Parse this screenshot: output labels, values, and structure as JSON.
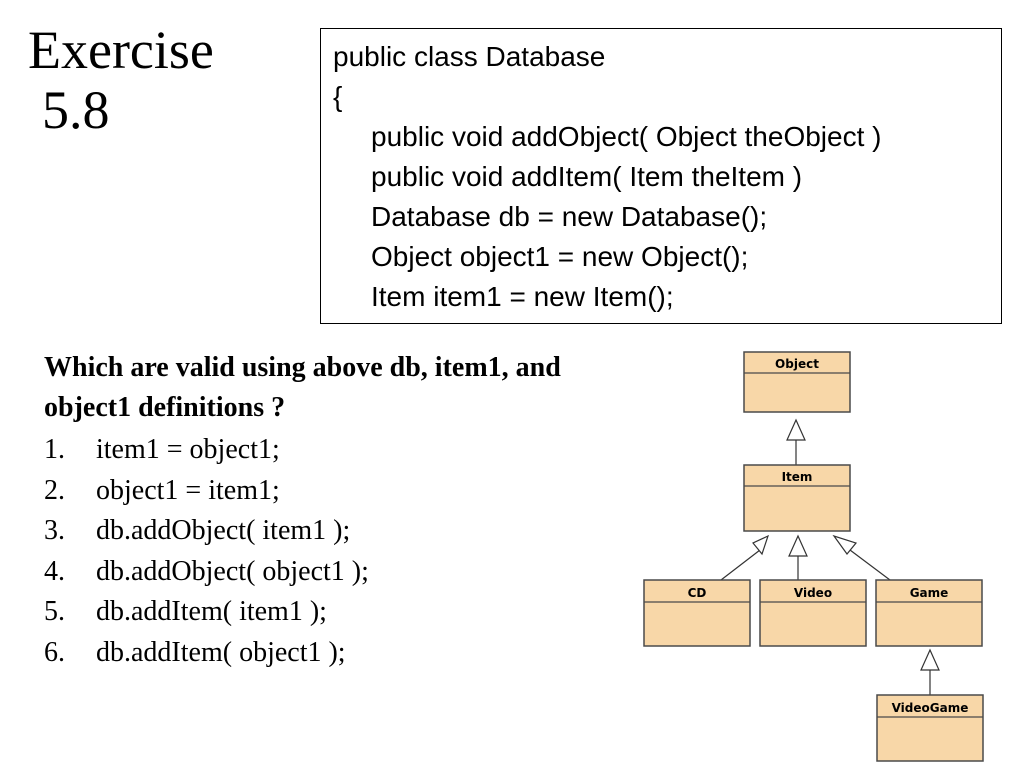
{
  "title": {
    "line1": "Exercise",
    "line2": "5.8"
  },
  "code": [
    "public class Database",
    "{",
    "public void addObject( Object theObject )",
    "public void addItem( Item theItem )",
    "Database db = new Database();",
    "Object object1 = new Object();",
    "Item item1 = new Item();"
  ],
  "question": "Which are valid using above db, item1, and object1 definitions ?",
  "options": [
    {
      "num": "1.",
      "text": "item1 = object1;"
    },
    {
      "num": "2.",
      "text": "object1 = item1;"
    },
    {
      "num": "3.",
      "text": "db.addObject( item1 );"
    },
    {
      "num": "4.",
      "text": "db.addObject( object1 );"
    },
    {
      "num": "5.",
      "text": "db.addItem( item1 );"
    },
    {
      "num": "6.",
      "text": "db.addItem( object1 );"
    }
  ],
  "uml": {
    "classes": [
      "Object",
      "Item",
      "CD",
      "Video",
      "Game",
      "VideoGame"
    ],
    "box_fill": "#f8d7a8",
    "box_stroke": "#4a4a4a"
  }
}
